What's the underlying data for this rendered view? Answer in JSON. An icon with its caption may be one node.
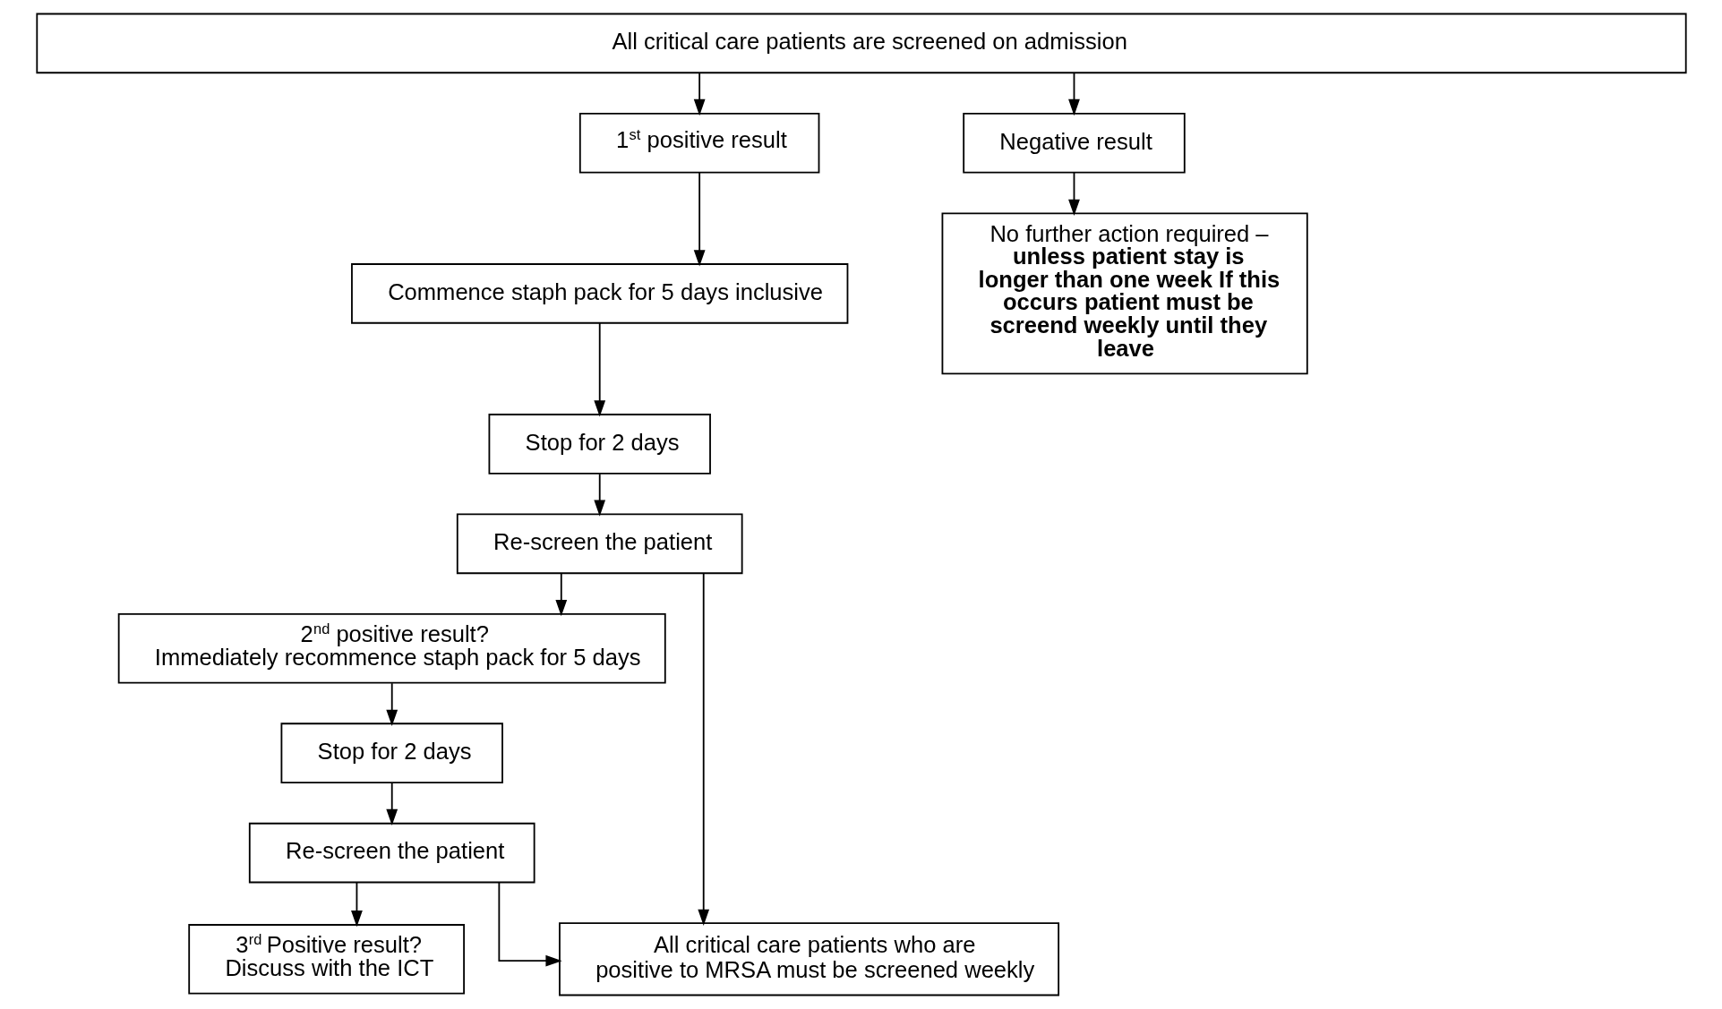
{
  "diagram": {
    "nodes": [
      {
        "text": [
          "All critical care patients are screened on admission"
        ]
      },
      {
        "text": [
          "1$^{st}$ positive result"
        ]
      },
      {
        "text": [
          "Commence staph pack for 5 days inclusive"
        ]
      },
      {
        "text": [
          "Stop for 2 days"
        ]
      },
      {
        "text": [
          "Re-screen the patient"
        ]
      },
      {
        "text": [
          "2$^{nd}$ positive result?",
          "Immediately recommence staph pack for 5 days"
        ]
      },
      {
        "text": [
          "Stop for 2 days"
        ]
      },
      {
        "text": [
          "Re-screen the patient"
        ]
      },
      {
        "text": [
          "3$^{rd}$ Positive result?",
          "Discuss with the ICT"
        ]
      },
      {
        "text": [
          "Negative result"
        ]
      },
      {
        "text": [
          "No further action required – **unless patient stay is longer than one week If this occurs patient must be screend weekly until they leave**"
        ]
      },
      {
        "text": [
          "All critical care patients who are positive to MRSA must be screened weekly"
        ]
      }
    ],
    "edges": [
      {
        "from": 0,
        "to": 1,
        "arrow": "to"
      },
      {
        "from": 1,
        "to": 2,
        "arrow": "to"
      },
      {
        "from": 2,
        "to": 3,
        "arrow": "to"
      },
      {
        "from": 3,
        "to": 4,
        "arrow": "to"
      },
      {
        "from": 4,
        "to": 5,
        "arrow": "to"
      },
      {
        "from": 5,
        "to": 6,
        "arrow": "to"
      },
      {
        "from": 6,
        "to": 7,
        "arrow": "to"
      },
      {
        "from": 7,
        "to": 8,
        "arrow": "to"
      },
      {
        "from": 0,
        "to": 9,
        "arrow": "to"
      },
      {
        "from": 9,
        "to": 10,
        "arrow": "to"
      },
      {
        "from": 4,
        "to": 11,
        "arrow": "to"
      },
      {
        "from": 7,
        "to": 11,
        "arrow": "to"
      }
    ]
  }
}
